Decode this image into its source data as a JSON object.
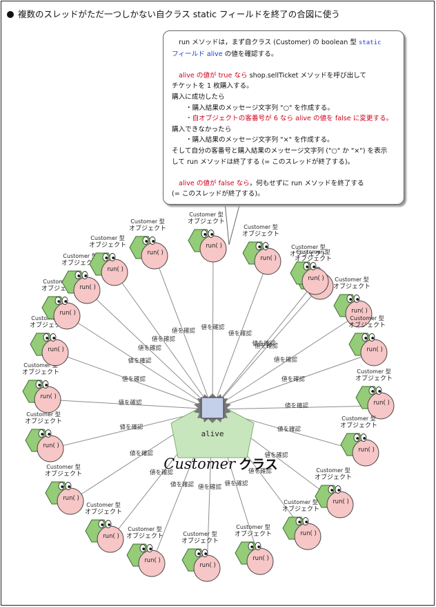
{
  "header": {
    "title": "複数のスレッドがただ一つしかない自クラス static フィールドを終了の合図に使う"
  },
  "callout": {
    "line1_a": "run メソッドは，まず自クラス (Customer) の boolean 型 ",
    "line1_b": "static",
    "line2_a": "フィールド alive",
    "line2_b": " の値を確認する。",
    "line3_a": "alive の値が true なら",
    "line3_b": " shop.sellTicket メソッドを呼び出して",
    "line4": "チケットを 1 枚購入する。",
    "line5": "購入に成功したら",
    "line6": "・購入結果のメッセージ文字列 \"○\" を作成する。",
    "line7": "・自オブジェクトの客番号が 6 なら alive の値を  false  に変更する。",
    "line8": "購入できなかったら",
    "line9": "・購入結果のメッセージ文字列 \"×\" を作成する。",
    "line10": "そして自分の客番号と購入結果のメッセージ文字列 (\"○\" か \"×\") を表示",
    "line11": "して run メソッドは終了する (= このスレッドが終了する)。",
    "line12_a": "alive の値が false なら",
    "line12_b": "，何もせずに run メソッドを終了する",
    "line13": "(= このスレッドが終了する)。"
  },
  "center": {
    "field_label": "alive",
    "class_label": "Customer",
    "class_suffix": "クラス"
  },
  "customers": {
    "type_prefix": "Customer",
    "type_suffix": "型",
    "object_label": "オブジェクト",
    "method_label": "run( )",
    "count": 22
  },
  "edge_label": "値を確認",
  "colors": {
    "hexagon": "#94cc77",
    "center_field": "#c4d0ea",
    "class_region": "#c8e6bd",
    "face": "#f7c6c6",
    "alert": "#d0021b",
    "keyword": "#1a3fd6"
  }
}
